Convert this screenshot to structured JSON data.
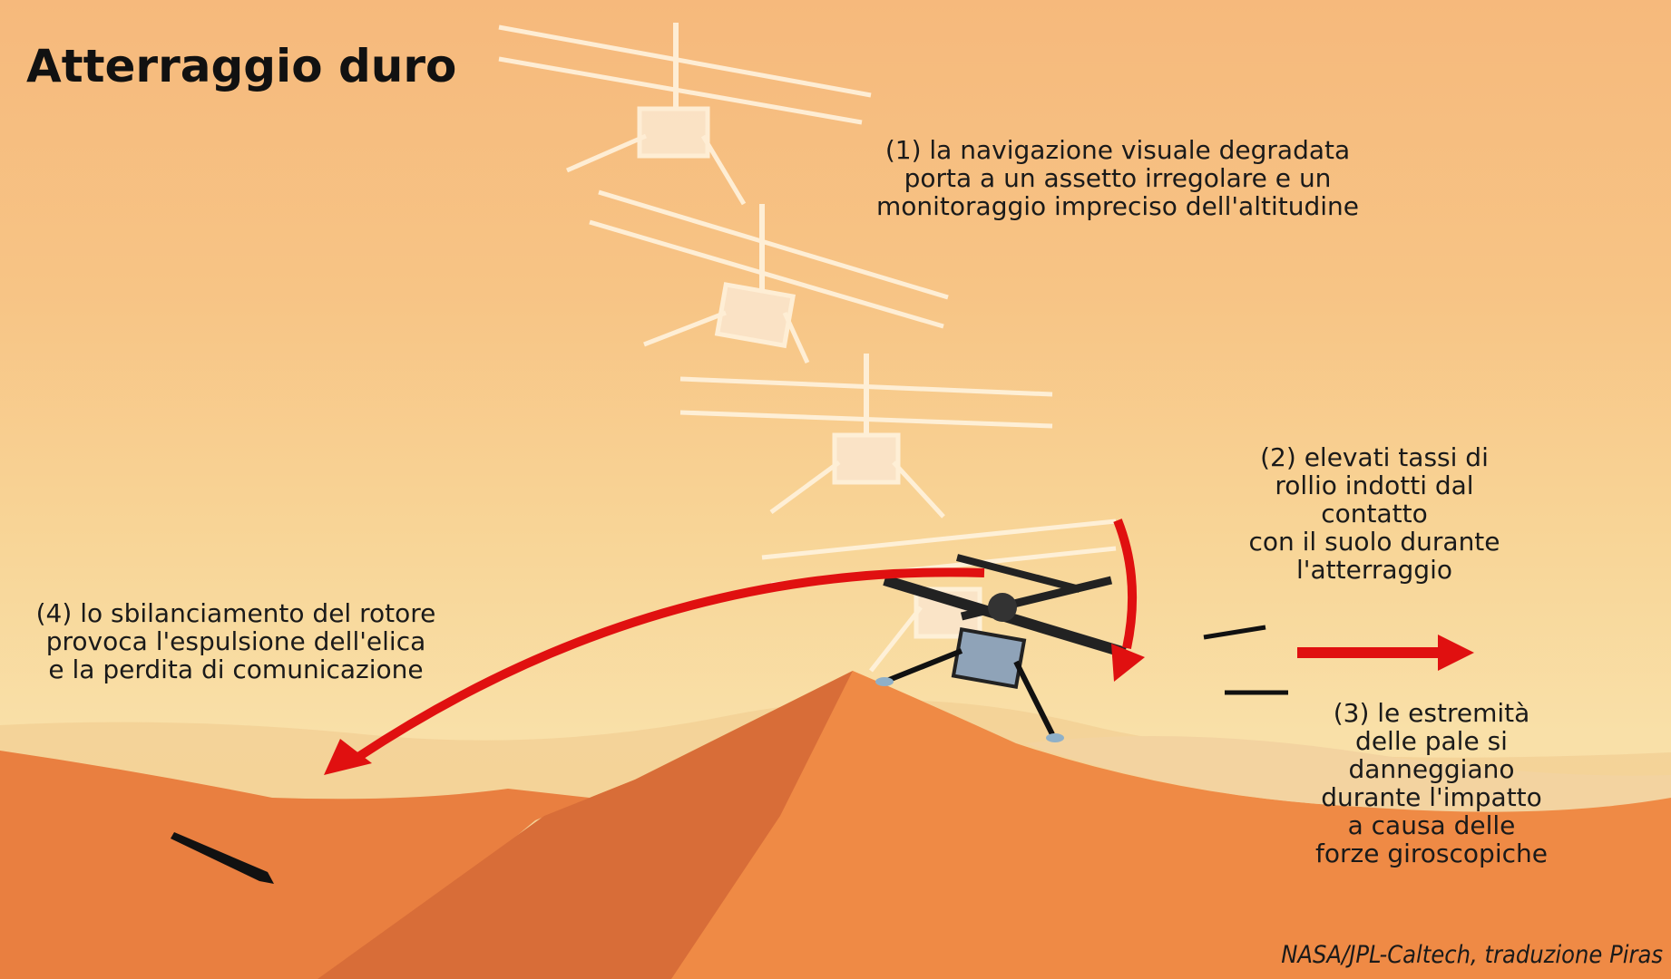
{
  "title": "Atterraggio duro",
  "notes": {
    "step1": "(1) la navigazione visuale degradata\nporta a un assetto irregolare e un\nmonitoraggio impreciso dell'altitudine",
    "step2": "(2) elevati tassi di rollio indotti dal contatto\ncon il suolo durante l'atterraggio",
    "step3": "(3) le estremità delle pale si\ndanneggiano durante l'impatto\na causa delle forze giroscopiche",
    "step4": "(4) lo sbilanciamento del rotore\nprovoca l'espulsione dell'elica\ne la perdita di comunicazione"
  },
  "credit": "NASA/JPL-Caltech, traduzione Piras",
  "colors": {
    "arrow": "#e01010",
    "dune": "#ef8a45",
    "dune_shadow": "#d9703a",
    "sky": "#f8d597"
  }
}
